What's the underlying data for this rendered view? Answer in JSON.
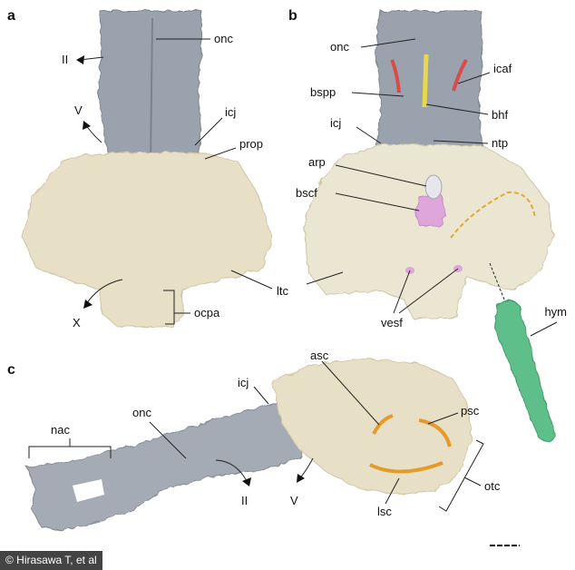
{
  "panels": {
    "a": {
      "letter": "a",
      "labels": {
        "II": "II",
        "V": "V",
        "onc": "onc",
        "icj": "icj",
        "prop": "prop",
        "ltc": "ltc",
        "X": "X",
        "ocpa": "ocpa"
      }
    },
    "b": {
      "letter": "b",
      "labels": {
        "onc": "onc",
        "icaf": "icaf",
        "bspp": "bspp",
        "bhf": "bhf",
        "icj": "icj",
        "ntp": "ntp",
        "arp": "arp",
        "bscf": "bscf",
        "vesf": "vesf",
        "hym": "hym"
      }
    },
    "c": {
      "letter": "c",
      "labels": {
        "asc": "asc",
        "icj": "icj",
        "onc": "onc",
        "nac": "nac",
        "psc": "psc",
        "II": "II",
        "V": "V",
        "lsc": "lsc",
        "otc": "otc"
      }
    }
  },
  "credit": "© Hirasawa T, et al",
  "colors": {
    "bone": "#e7dfc6",
    "neurocranium": "#9aa3ad",
    "pink": "#dfa6dc",
    "red": "#d94a4a",
    "yellow": "#e7d94a",
    "green": "#5fbf8a",
    "orange": "#e49b2a"
  }
}
